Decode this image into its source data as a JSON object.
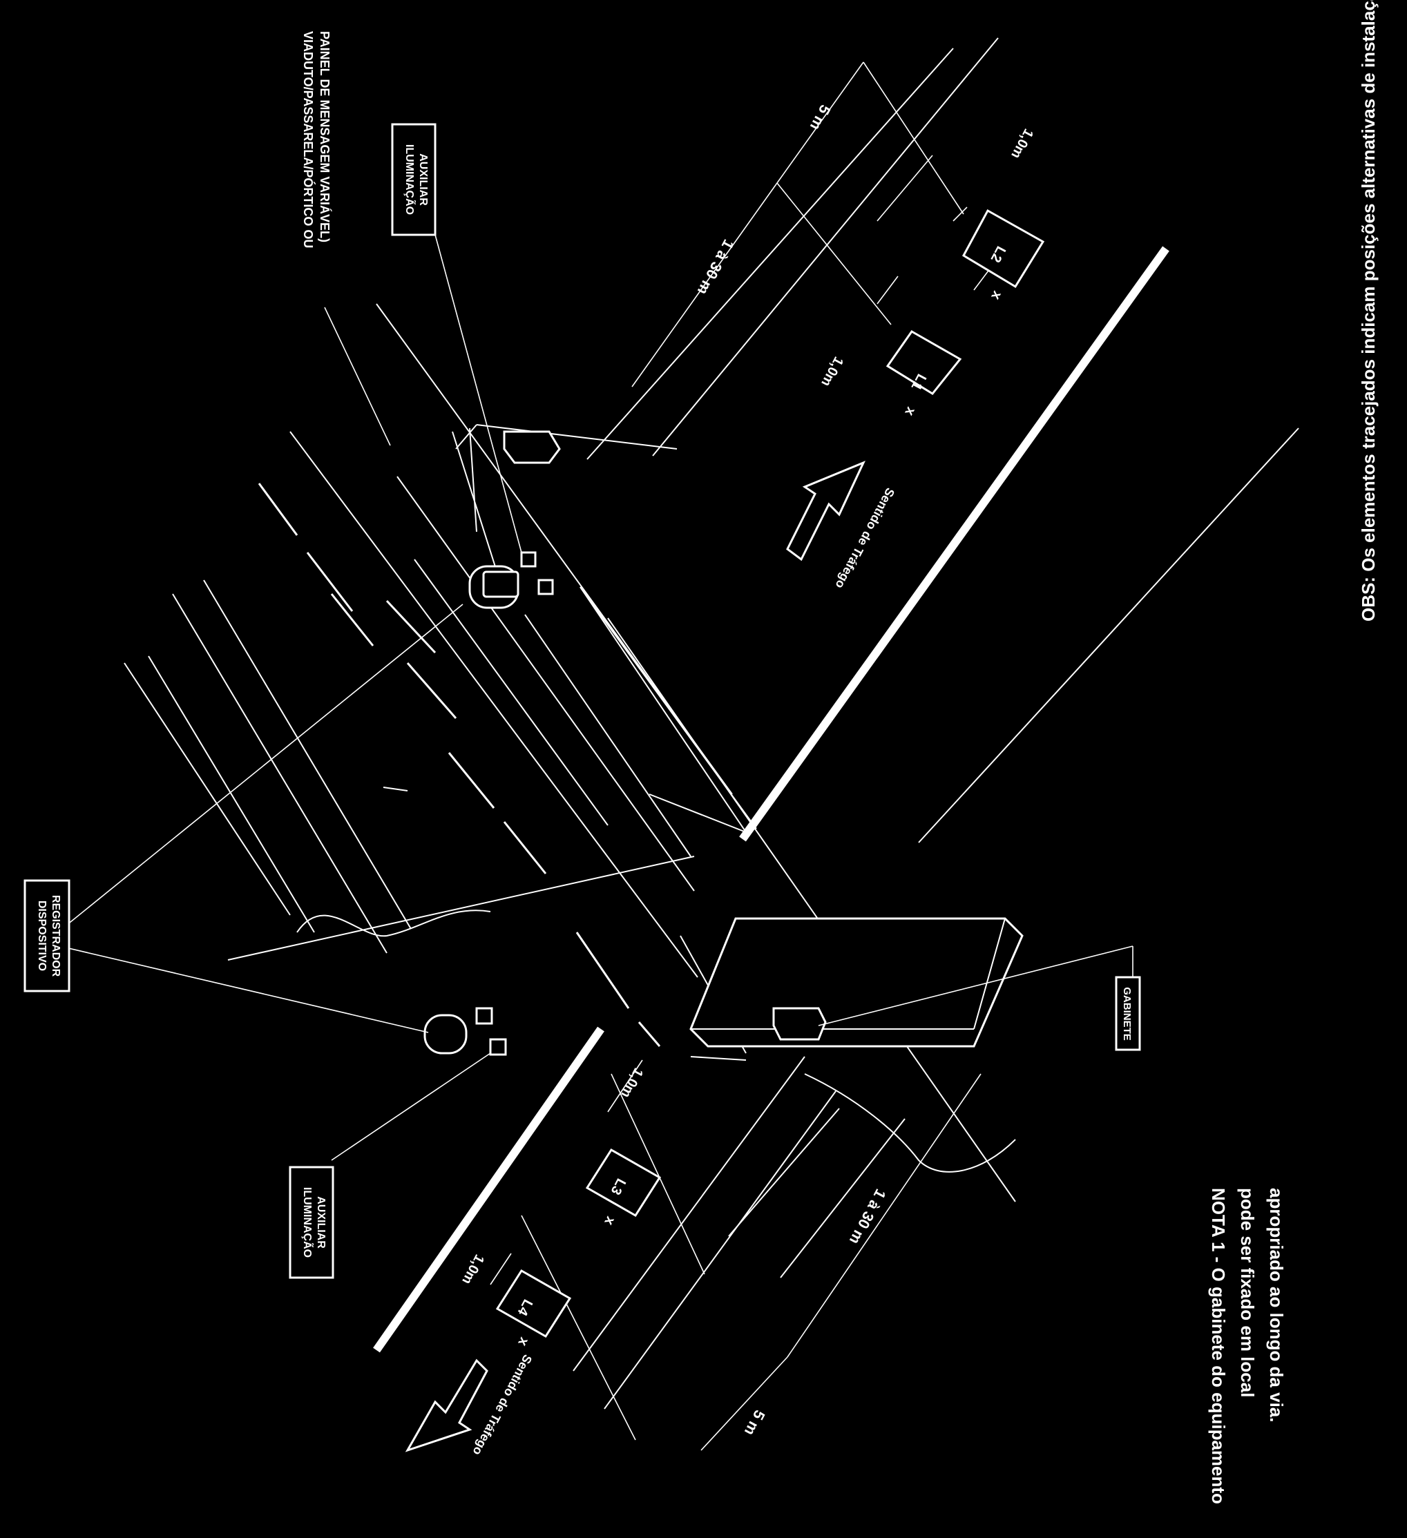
{
  "labels": {
    "viaduto": "VIADUTO/PASSARELA/PÓRTICO OU",
    "painel": "PAINEL DE MENSAGEM VARIÁVEL)",
    "iluminacao_top_1": "ILUMINAÇÃO",
    "iluminacao_top_2": "AUXILIAR",
    "iluminacao_bottom_1": "ILUMINAÇÃO",
    "iluminacao_bottom_2": "AUXILIAR",
    "dispositivo_1": "DISPOSITIVO",
    "dispositivo_2": "REGISTRADOR",
    "gabinete": "GABINETE"
  },
  "lanes": {
    "L1": "L1",
    "L2": "L2",
    "L3": "L3",
    "L4": "L4"
  },
  "dimensions": {
    "five_m_top": "5 m",
    "one_to_thirty_top": "1 à 30 m",
    "one_m_top_a": "1,0m",
    "one_m_top_b": "1,0m",
    "x_top_a": "x",
    "x_top_b": "x",
    "five_m_bottom": "5 m",
    "one_to_thirty_bottom": "1 à 30 m",
    "one_m_bottom_a": "1,0m",
    "one_m_bottom_b": "1,0m",
    "x_bottom_a": "x",
    "x_bottom_b": "x"
  },
  "traffic": {
    "sentido_top": "Sentido de Tráfego",
    "sentido_bottom": "Sentido de Tráfego"
  },
  "nota": {
    "line1": "NOTA 1 - O gabinete do equipamento",
    "line2": "pode ser fixado em local",
    "line3": "apropriado ao longo da via."
  },
  "obs": "OBS: Os elementos tracejados indicam posições alternativas de instalação."
}
